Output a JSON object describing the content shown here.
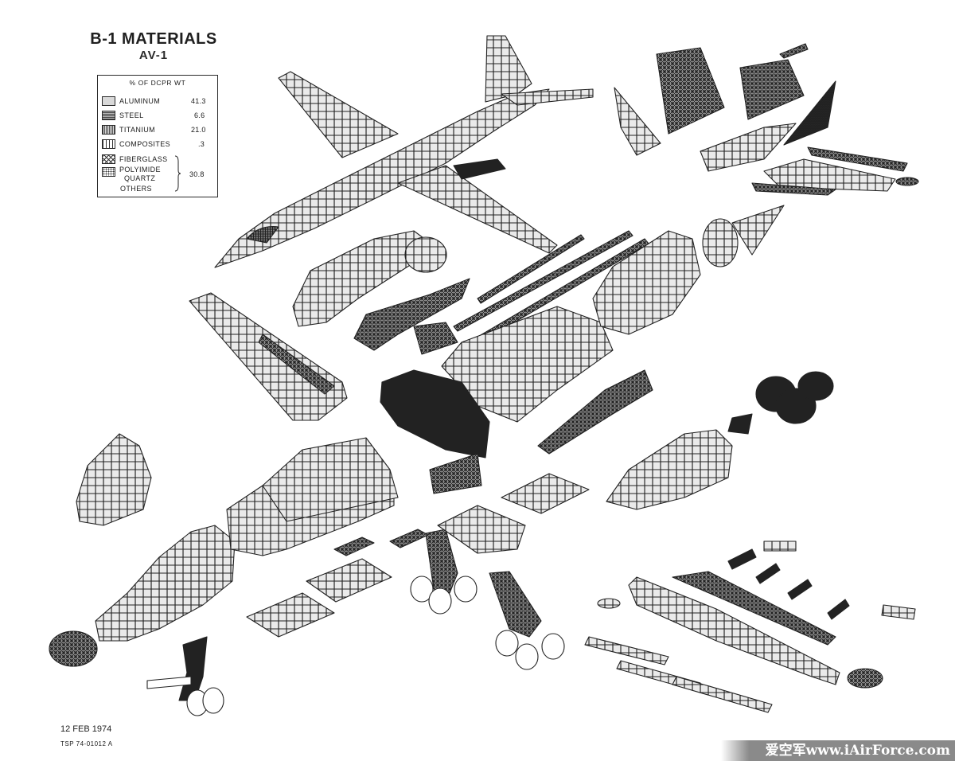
{
  "title": "B-1 MATERIALS",
  "subtitle": "AV-1",
  "legend": {
    "header": "% OF DCPR WT",
    "items": [
      {
        "label": "ALUMINUM",
        "value": "41.3",
        "icon": "aluminum-swatch"
      },
      {
        "label": "STEEL",
        "value": "6.6",
        "icon": "steel-swatch"
      },
      {
        "label": "TITANIUM",
        "value": "21.0",
        "icon": "titanium-swatch"
      },
      {
        "label": "COMPOSITES",
        "value": ".3",
        "icon": "composites-swatch"
      },
      {
        "label": "FIBERGLASS",
        "icon": "fiberglass-swatch"
      },
      {
        "label": "POLYIMIDE",
        "label2": "QUARTZ",
        "icon": "polyimide-quartz-swatch"
      }
    ],
    "others_label": "OTHERS",
    "grouped_value": "30.8"
  },
  "footer": {
    "date": "12 FEB 1974",
    "doc_number": "TSP 74-01012 A"
  },
  "watermark": "爱空军www.iAirForce.com",
  "colors": {
    "ink": "#222222",
    "paper": "#ffffff",
    "watermark_bg": "#8a8a8a"
  }
}
